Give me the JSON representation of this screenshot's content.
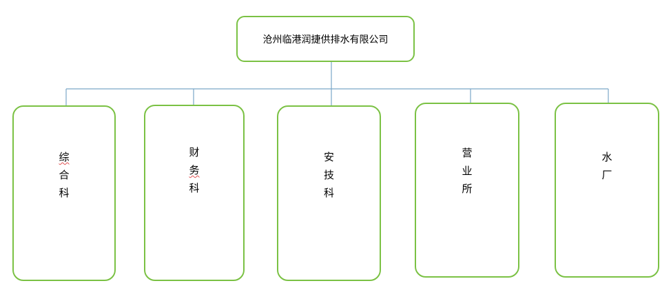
{
  "org_chart": {
    "root": {
      "label": "沧州临港润捷供排水有限公司"
    },
    "departments": [
      {
        "label": "综合科"
      },
      {
        "label": "财务科"
      },
      {
        "label": "安技科"
      },
      {
        "label": "营业所"
      },
      {
        "label": "水厂"
      }
    ],
    "box_border_color": "#7ac143",
    "connector_color": "#7aa6c8"
  }
}
